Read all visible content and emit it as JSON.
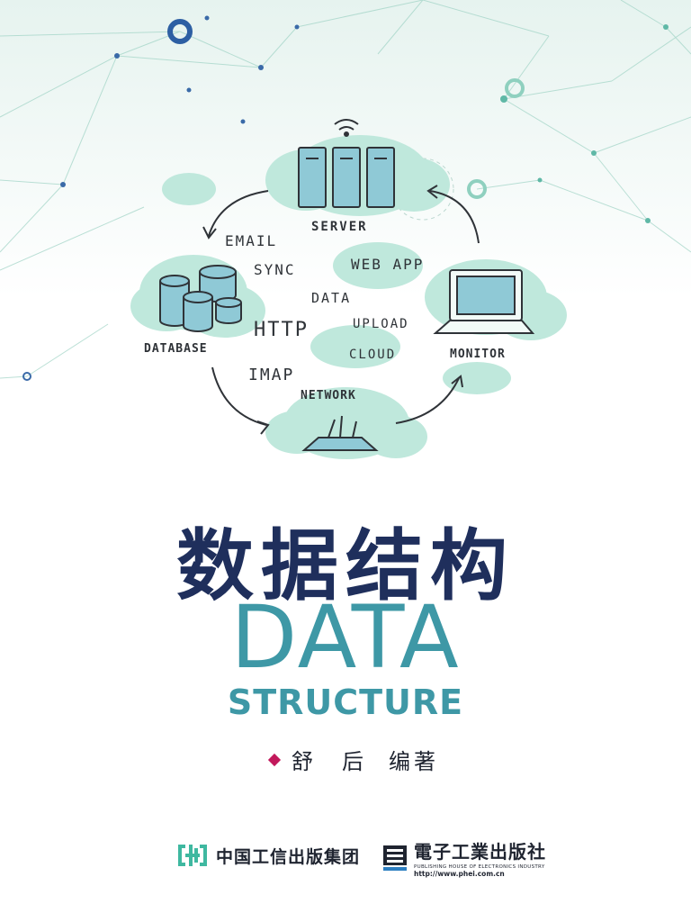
{
  "cover": {
    "title_cn": "数据结构",
    "title_en": "DATA",
    "subtitle_en": "STRUCTURE",
    "author": {
      "name": "舒　后",
      "role": "编著"
    }
  },
  "illustration": {
    "nodes": {
      "server": "SERVER",
      "database": "DATABASE",
      "monitor": "MONITOR",
      "network": "NETWORK"
    },
    "terms": {
      "email": "EMAIL",
      "sync": "SYNC",
      "web_app": "WEB APP",
      "data": "DATA",
      "http": "HTTP",
      "upload": "UPLOAD",
      "cloud": "CLOUD",
      "imap": "IMAP"
    }
  },
  "publishers": {
    "group": "中国工信出版集团",
    "phei": {
      "name": "電子工業出版社",
      "english": "PUBLISHING HOUSE OF ELECTRONICS INDUSTRY",
      "url": "http://www.phei.com.cn"
    }
  },
  "colors": {
    "title_navy": "#1f2f5c",
    "title_teal": "#3e98a6",
    "cloud_mint": "#bfe8dc",
    "accent_magenta": "#c2185b"
  }
}
